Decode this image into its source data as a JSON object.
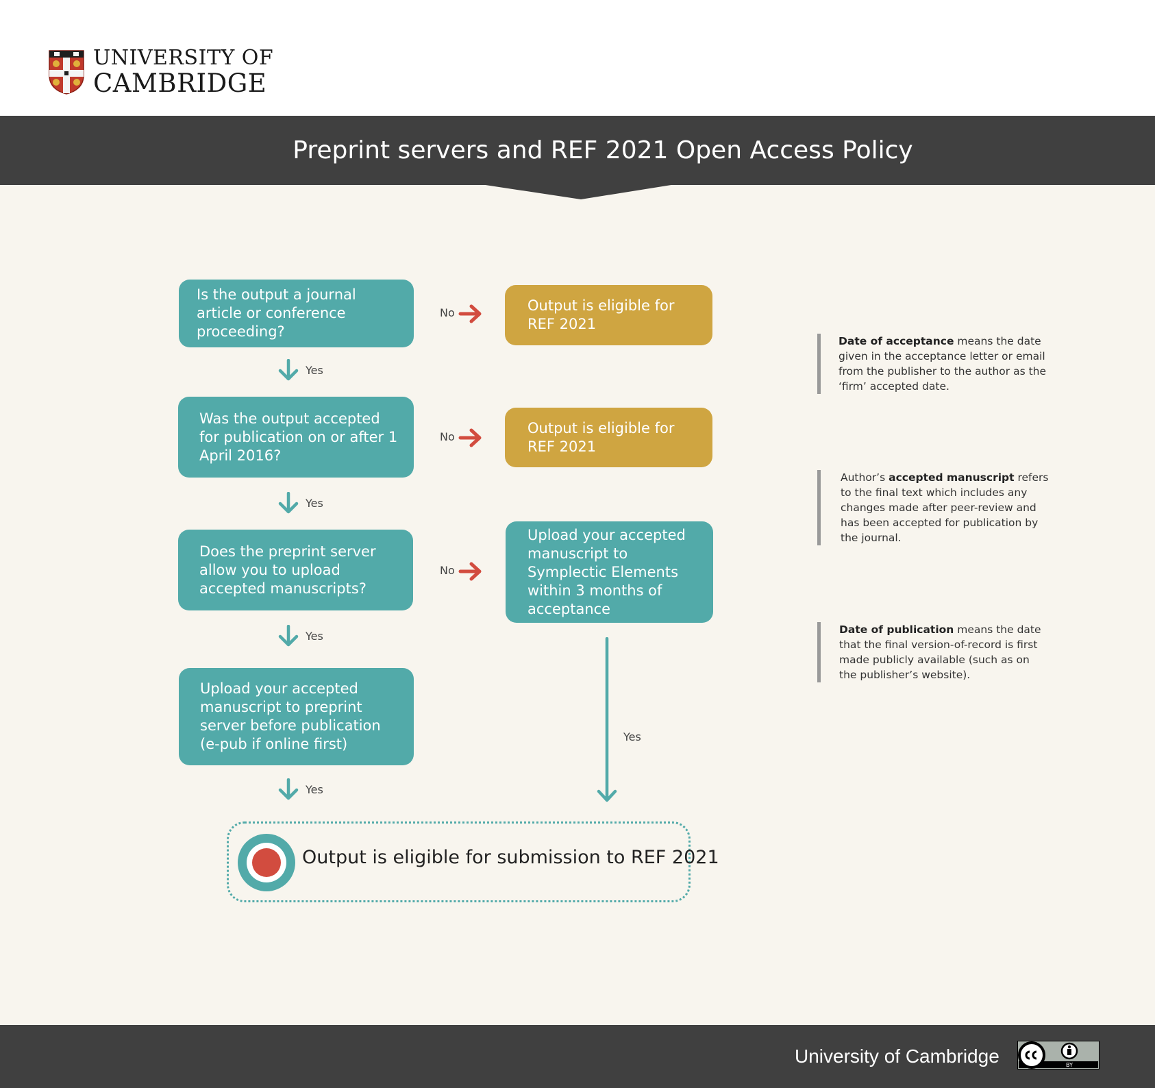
{
  "header": {
    "logo_line1": "UNIVERSITY OF",
    "logo_line2": "CAMBRIDGE"
  },
  "banner": {
    "title": "Preprint servers and REF 2021 Open Access Policy"
  },
  "flow": {
    "q1": "Is the output a journal article or conference proceeding?",
    "q2": "Was the output accepted for publication on or after 1 April 2016?",
    "q3": "Does the preprint server allow you to upload accepted manuscripts?",
    "action_preprint": "Upload your accepted manuscript to preprint server before publication (e-pub if online first)",
    "outcome_not_applicable_1": "Output is eligible for REF 2021",
    "outcome_not_applicable_2": "Output is eligible for REF 2021",
    "action_symplectic": "Upload your accepted manuscript to Symplectic Elements within 3 months of acceptance",
    "final": "Output is eligible for submission to REF 2021",
    "yes": "Yes",
    "no": "No"
  },
  "notes": {
    "acceptance_term": "Date of acceptance",
    "acceptance_text": " means the date given in the acceptance letter or email from the publisher to the author as the ‘firm’ accepted date.",
    "manuscript_prefix": "Author’s ",
    "manuscript_term": "accepted manuscript",
    "manuscript_text": " refers to the final text which includes any changes made after peer-review and has been accepted for publication by the journal.",
    "publication_term": "Date of publication",
    "publication_text": " means the date that the final version-of-record is first made publicly available (such as on the publisher’s website)."
  },
  "footer": {
    "org": "University of Cambridge",
    "license_label": "BY"
  },
  "colors": {
    "teal": "#52aaa9",
    "gold": "#cfa541",
    "red": "#d24c3f",
    "dark": "#404040",
    "cream": "#f8f5ee"
  }
}
